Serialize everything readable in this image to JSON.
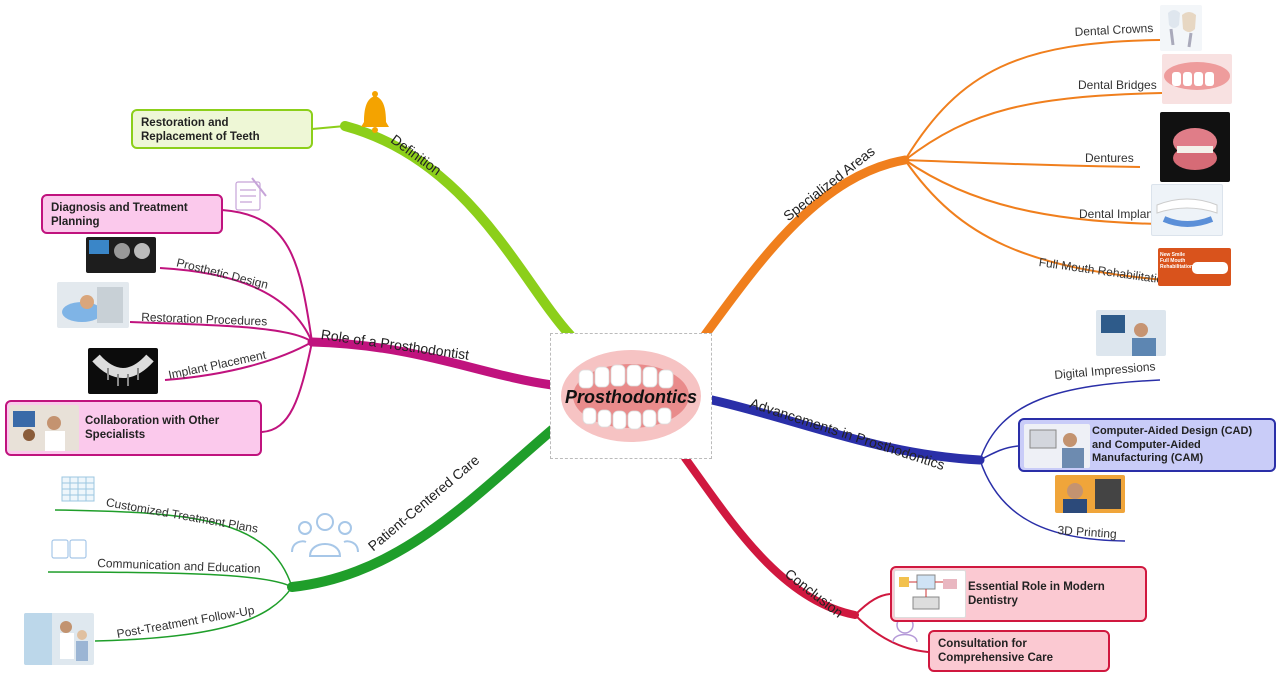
{
  "central": {
    "title": "Prosthodontics",
    "icon": "teeth-image"
  },
  "branches": {
    "definition": {
      "label": "Definition",
      "color": "#8ccf1a",
      "icon": "bell-icon",
      "children": [
        "Restoration and Replacement of Teeth"
      ]
    },
    "specialized": {
      "label": "Specialized Areas",
      "color": "#f07f1d",
      "children": [
        "Dental Crowns",
        "Dental Bridges",
        "Dentures",
        "Dental Implants",
        "Full Mouth Rehabilitation"
      ]
    },
    "role": {
      "label": "Role of a Prosthodontist",
      "color": "#c0137e",
      "icon": "notepad-icon",
      "children": [
        "Diagnosis and Treatment Planning",
        "Prosthetic Design",
        "Restoration Procedures",
        "Implant Placement",
        "Collaboration with Other Specialists"
      ]
    },
    "advancements": {
      "label": "Advancements in Prosthodontics",
      "color": "#2a2fa8",
      "children": [
        "Digital Impressions",
        "Computer-Aided Design (CAD) and Computer-Aided Manufacturing (CAM)",
        "3D Printing"
      ]
    },
    "patient": {
      "label": "Patient-Centered Care",
      "color": "#1f9e2a",
      "icon": "people-icon",
      "children": [
        "Customized Treatment Plans",
        "Communication and Education",
        "Post-Treatment Follow-Up"
      ]
    },
    "conclusion": {
      "label": "Conclusion",
      "color": "#d0183f",
      "children": [
        "Essential Role in Modern Dentistry",
        "Consultation for Comprehensive Care"
      ]
    }
  },
  "image_overlay_texts": {
    "full_mouth_ad": "New Smile Full Mouth Rehabilitation"
  }
}
